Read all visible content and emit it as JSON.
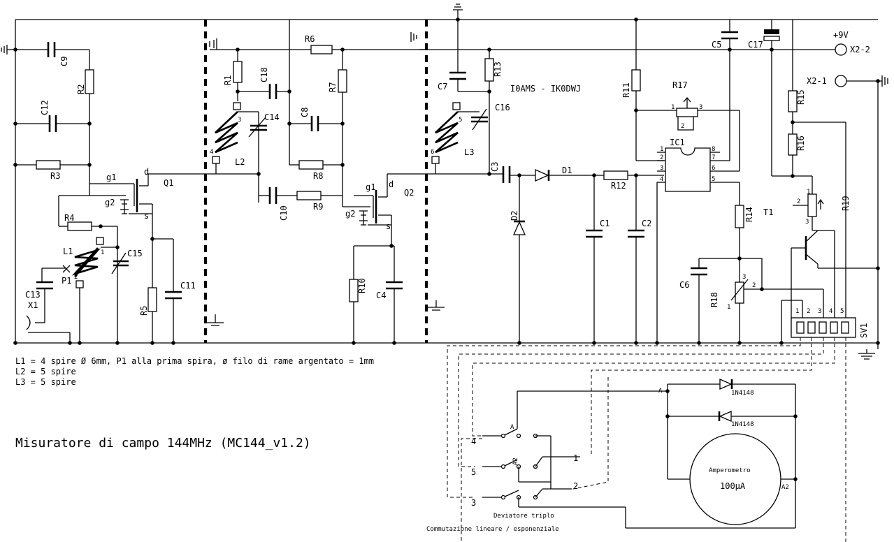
{
  "callsign": "I0AMS - IK0DWJ",
  "notes": [
    "L1 = 4 spire Ø 6mm, P1 alla prima spira, ø filo di rame argentato = 1mm",
    "L2 = 5 spire",
    "L3 = 5 spire"
  ],
  "title": "Misuratore di campo 144MHz (MC144_v1.2)",
  "power": {
    "supply_label": "+9V",
    "x22": "X2-2",
    "x21": "X2-1"
  },
  "components": {
    "C1": "C1",
    "C2": "C2",
    "C3": "C3",
    "C4": "C4",
    "C5": "C5",
    "C6": "C6",
    "C7": "C7",
    "C8": "C8",
    "C9": "C9",
    "C10": "C10",
    "C11": "C11",
    "C12": "C12",
    "C13": "C13",
    "C14": "C14",
    "C15": "C15",
    "C16": "C16",
    "C17": "C17",
    "C18": "C18",
    "R1": "R1",
    "R2": "R2",
    "R3": "R3",
    "R4": "R4",
    "R5": "R5",
    "R6": "R6",
    "R7": "R7",
    "R8": "R8",
    "R9": "R9",
    "R10": "R10",
    "R11": "R11",
    "R12": "R12",
    "R13": "R13",
    "R14": "R14",
    "R15": "R15",
    "R16": "R16",
    "R17": "R17",
    "R18": "R18",
    "R19": "R19",
    "L1": "L1",
    "L2": "L2",
    "L3": "L3",
    "Q1": "Q1",
    "Q2": "Q2",
    "D1": "D1",
    "D2": "D2",
    "IC1": "IC1",
    "T1": "T1",
    "X1": "X1",
    "P1": "P1",
    "SV1": "SV1"
  },
  "pins": {
    "g1": "g1",
    "g2": "g2",
    "d": "d",
    "s": "s",
    "ic_left": [
      "1",
      "2",
      "3",
      "4"
    ],
    "ic_right": [
      "8",
      "7",
      "6",
      "5"
    ],
    "sv1": [
      "1",
      "2",
      "3",
      "4",
      "5"
    ],
    "r17_1": "1",
    "r17_2": "2",
    "r17_3": "3",
    "r19_1": "1",
    "r19_2": "2",
    "r19_3": "3",
    "r18_1": "1",
    "r18_2": "2",
    "r18_3": "3",
    "l2_3": "3",
    "l2_4": "4",
    "l3_5": "5",
    "l3_6": "6",
    "l1_1": "1",
    "l1_2": "2"
  },
  "meter": {
    "name": "Amperometro",
    "value": "100µA",
    "node_a": "A",
    "node_a2": "A2",
    "diode_top": "1N4148",
    "diode_bottom": "1N4148"
  },
  "switch": {
    "name": "Deviatore triplo",
    "description": "Commutazione lineare / esponenziale",
    "pos_4": "4",
    "pos_5": "5",
    "pos_3": "3",
    "pos_1": "1",
    "pos_2": "2",
    "label_a": "A",
    "label_a2": "A2"
  }
}
